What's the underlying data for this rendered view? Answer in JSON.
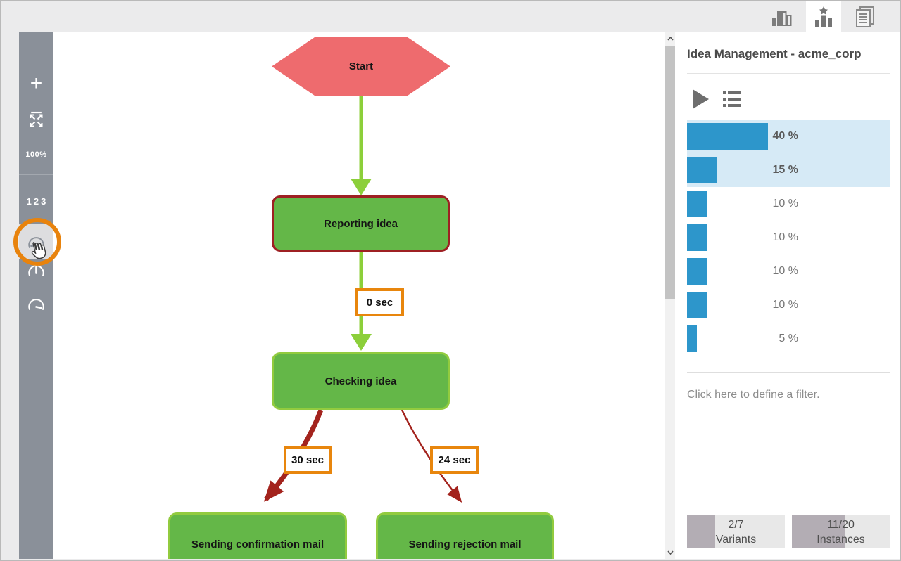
{
  "top_bar": {
    "tabs": [
      {
        "id": "charts",
        "icon": "bar-chart-icon",
        "active": false
      },
      {
        "id": "variants",
        "icon": "star-chart-icon",
        "active": true
      },
      {
        "id": "report",
        "icon": "document-icon",
        "active": false
      }
    ]
  },
  "toolbar": {
    "zoom_in_label": "+",
    "zoom_out_label": "−",
    "zoom_level": "100%",
    "frequency_label": "123"
  },
  "flowchart": {
    "nodes": [
      {
        "id": "start",
        "label": "Start",
        "shape": "hexagon",
        "fill": "#ee6b6e"
      },
      {
        "id": "reporting-idea",
        "label": "Reporting idea",
        "shape": "rounded-rect",
        "fill": "#64b748",
        "border": "#9e2023"
      },
      {
        "id": "checking-idea",
        "label": "Checking idea",
        "shape": "rounded-rect",
        "fill": "#64b748",
        "border": "#92cb3f"
      },
      {
        "id": "sending-confirmation-mail",
        "label": "Sending confirmation mail",
        "shape": "rounded-rect",
        "fill": "#64b748",
        "border": "#92cb3f"
      },
      {
        "id": "sending-rejection-mail",
        "label": "Sending rejection mail",
        "shape": "rounded-rect",
        "fill": "#64b748",
        "border": "#92cb3f"
      }
    ],
    "edges": [
      {
        "from": "start",
        "to": "reporting-idea",
        "label": "",
        "color": "#8ccf3a",
        "thickness": "medium"
      },
      {
        "from": "reporting-idea",
        "to": "checking-idea",
        "label": "0 sec",
        "color": "#8ccf3a",
        "thickness": "medium"
      },
      {
        "from": "checking-idea",
        "to": "sending-confirmation-mail",
        "label": "30 sec",
        "color": "#a3231d",
        "thickness": "thick"
      },
      {
        "from": "checking-idea",
        "to": "sending-rejection-mail",
        "label": "24 sec",
        "color": "#a3231d",
        "thickness": "thin"
      }
    ]
  },
  "panel": {
    "title": "Idea Management - acme_corp",
    "variants": [
      {
        "percent": 40,
        "label": "40 %",
        "selected": true
      },
      {
        "percent": 15,
        "label": "15 %",
        "selected": true
      },
      {
        "percent": 10,
        "label": "10 %",
        "selected": false
      },
      {
        "percent": 10,
        "label": "10 %",
        "selected": false
      },
      {
        "percent": 10,
        "label": "10 %",
        "selected": false
      },
      {
        "percent": 10,
        "label": "10 %",
        "selected": false
      },
      {
        "percent": 5,
        "label": "5 %",
        "selected": false
      }
    ],
    "filter_hint": "Click here to define a filter.",
    "footer": {
      "variants_button": {
        "value": "2/7",
        "label": "Variants",
        "fill_percent": 28.6
      },
      "instances_button": {
        "value": "11/20",
        "label": "Instances",
        "fill_percent": 55
      }
    }
  },
  "colors": {
    "accent_orange": "#e8860d",
    "highlight_ring_orange": "#e8830d",
    "bar_blue": "#2d96cb",
    "selection_blue": "#d6eaf6",
    "node_green": "#64b748",
    "edge_green": "#8ccf3a",
    "edge_red": "#a3231d",
    "start_red": "#ee6b6e",
    "toolbar_gray": "#8a9099"
  }
}
